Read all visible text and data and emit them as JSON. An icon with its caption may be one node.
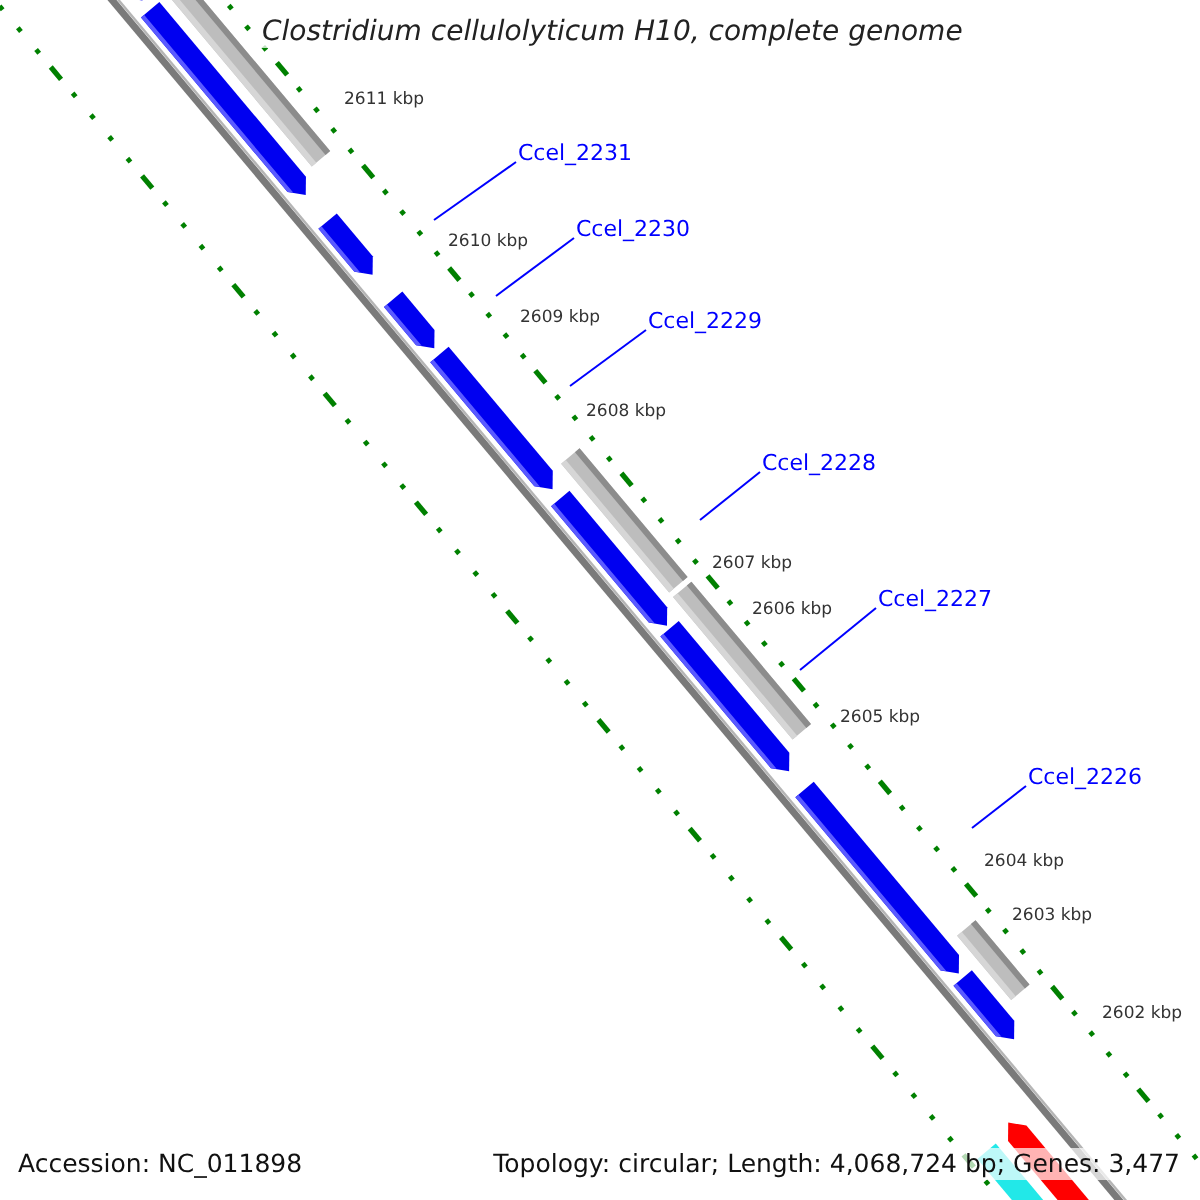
{
  "diagram": {
    "title": "Clostridium cellulolyticum H10, complete genome",
    "nodes": [
      {
        "text": [
          "Ccel_2231"
        ]
      },
      {
        "text": [
          "Ccel_2230"
        ]
      },
      {
        "text": [
          "Ccel_2229"
        ]
      },
      {
        "text": [
          "Ccel_2228"
        ]
      },
      {
        "text": [
          "Ccel_2227"
        ]
      },
      {
        "text": [
          "Ccel_2226"
        ]
      }
    ],
    "edges": [
      {
        "from": 0,
        "to": null,
        "arrow": "none"
      },
      {
        "from": 1,
        "to": null,
        "arrow": "none"
      },
      {
        "from": 2,
        "to": null,
        "arrow": "none"
      },
      {
        "from": 3,
        "to": null,
        "arrow": "none"
      },
      {
        "from": 4,
        "to": null,
        "arrow": "none"
      },
      {
        "from": 5,
        "to": null,
        "arrow": "none"
      }
    ],
    "labels": [
      "2611 kbp",
      "2610 kbp",
      "2609 kbp",
      "2608 kbp",
      "2607 kbp",
      "2606 kbp",
      "2605 kbp",
      "2604 kbp",
      "2603 kbp",
      "2602 kbp",
      "Accession: NC_011898",
      "Topology: circular; Length: 4,068,724 bp; Genes: 3,477"
    ]
  }
}
